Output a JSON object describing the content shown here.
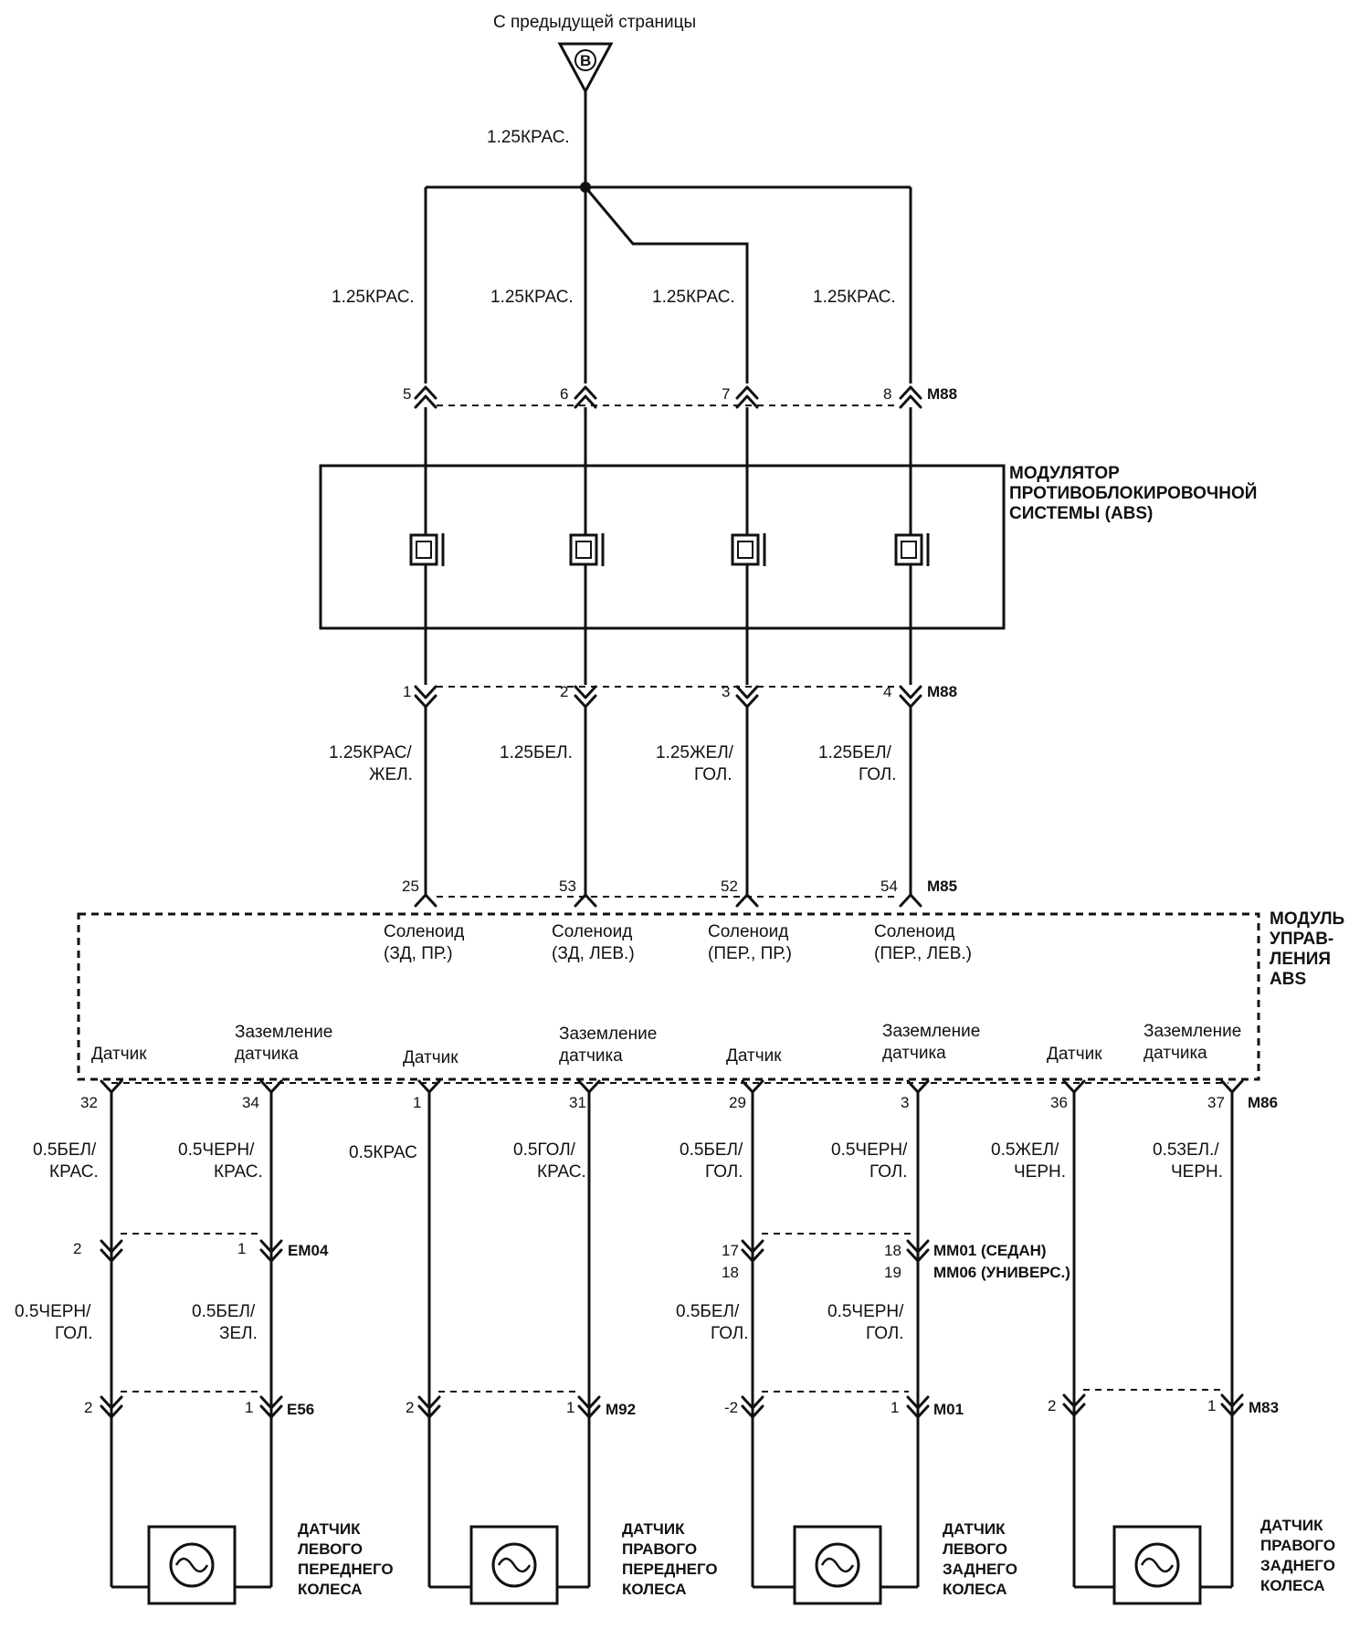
{
  "header": {
    "from_prev_page": "С предыдущей страницы",
    "ref_marker": "B",
    "main_wire": "1.25КРАС."
  },
  "top_wires": [
    "1.25КРАС.",
    "1.25КРАС.",
    "1.25КРАС.",
    "1.25КРАС."
  ],
  "conn_top": {
    "pins": [
      "5",
      "6",
      "7",
      "8"
    ],
    "id": "M88"
  },
  "modulator": {
    "title": [
      "МОДУЛЯТОР",
      "ПРОТИВОБЛОКИРОВОЧНОЙ",
      "СИСТЕМЫ (ABS)"
    ]
  },
  "conn_mid": {
    "pins": [
      "1",
      "2",
      "3",
      "4"
    ],
    "id": "M88"
  },
  "mid_wires": [
    [
      "1.25КРАС/",
      "ЖЕЛ."
    ],
    [
      "1.25БЕЛ."
    ],
    [
      "1.25ЖЕЛ/",
      "ГОЛ."
    ],
    [
      "1.25БЕЛ/",
      "ГОЛ."
    ]
  ],
  "conn_abs_top": {
    "pins": [
      "25",
      "53",
      "52",
      "54"
    ],
    "id": "M85"
  },
  "abs_module": {
    "title": [
      "МОДУЛЬ",
      "УПРАВ-",
      "ЛЕНИЯ",
      "ABS"
    ],
    "solenoids": [
      [
        "Соленоид",
        "(ЗД, ПР.)"
      ],
      [
        "Соленоид",
        "(ЗД, ЛЕВ.)"
      ],
      [
        "Соленоид",
        "(ПЕР., ПР.)"
      ],
      [
        "Соленоид",
        "(ПЕР., ЛЕВ.)"
      ]
    ],
    "sensor_label": "Датчик",
    "ground_label": [
      "Заземление",
      "датчика"
    ]
  },
  "conn_abs_bottom": {
    "pins": [
      "32",
      "34",
      "1",
      "31",
      "29",
      "3",
      "36",
      "37"
    ],
    "id": "M86"
  },
  "bottom_wires": [
    [
      "0.5БЕЛ/",
      "КРАС."
    ],
    [
      "0.5ЧЕРН/",
      "КРАС."
    ],
    [
      "0.5КРАС"
    ],
    [
      "0.5ГОЛ/",
      "КРАС."
    ],
    [
      "0.5БЕЛ/",
      "ГОЛ."
    ],
    [
      "0.5ЧЕРН/",
      "ГОЛ."
    ],
    [
      "0.5ЖЕЛ/",
      "ЧЕРН."
    ],
    [
      "0.53ЕЛ./",
      "ЧЕРН."
    ]
  ],
  "conn_em04": {
    "pins": [
      "2",
      "1"
    ],
    "id": "EM04"
  },
  "conn_mm": {
    "pins_a": [
      "17",
      "18"
    ],
    "pins_b": [
      "18",
      "19"
    ],
    "ids": [
      "MM01 (СЕДАН)",
      "MM06 (УНИВЕРС.)"
    ]
  },
  "lower_wires": [
    [
      "0.5ЧЕРН/",
      "ГОЛ."
    ],
    [
      "0.5БЕЛ/",
      "ЗЕЛ."
    ],
    [
      "0.5БЕЛ/",
      "ГОЛ."
    ],
    [
      "0.5ЧЕРН/",
      "ГОЛ."
    ]
  ],
  "sensor_connectors": [
    {
      "pins": [
        "2",
        "1"
      ],
      "id": "E56"
    },
    {
      "pins": [
        "2",
        "1"
      ],
      "id": "M92"
    },
    {
      "pins": [
        "-2",
        "1"
      ],
      "id": "M01"
    },
    {
      "pins": [
        "2",
        "1"
      ],
      "id": "M83"
    }
  ],
  "sensors": [
    [
      "ДАТЧИК",
      "ЛЕВОГО",
      "ПЕРЕДНЕГО",
      "КОЛЕСА"
    ],
    [
      "ДАТЧИК",
      "ПРАВОГО",
      "ПЕРЕДНЕГО",
      "КОЛЕСА"
    ],
    [
      "ДАТЧИК",
      "ЛЕВОГО",
      "ЗАДНЕГО",
      "КОЛЕСА"
    ],
    [
      "ДАТЧИК",
      "ПРАВОГО",
      "ЗАДНЕГО",
      "КОЛЕСА"
    ]
  ]
}
